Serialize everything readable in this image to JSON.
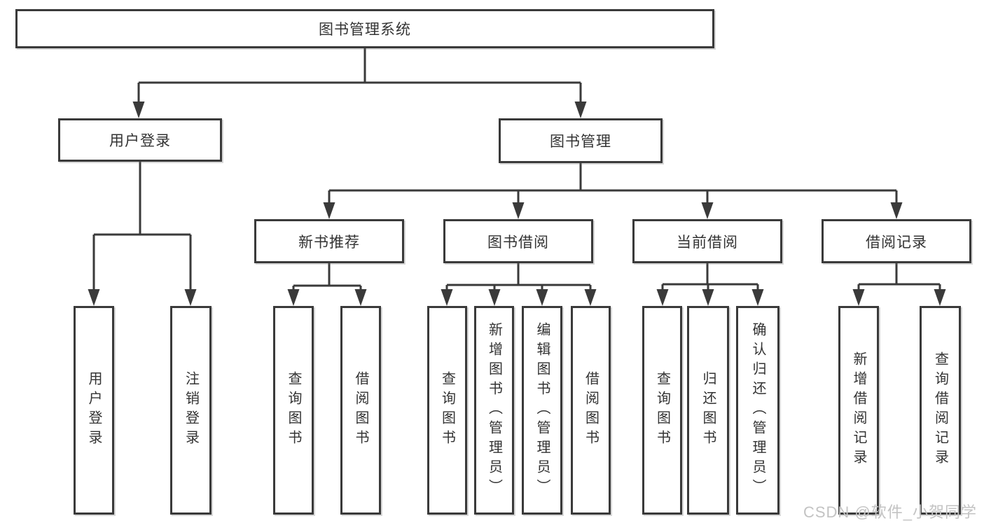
{
  "diagram": {
    "root": "图书管理系统",
    "level2": [
      "用户登录",
      "图书管理"
    ],
    "level3": [
      "新书推荐",
      "图书借阅",
      "当前借阅",
      "借阅记录"
    ],
    "leaf_groups": [
      [
        "用户登录",
        "注销登录"
      ],
      [
        "查询图书",
        "借阅图书"
      ],
      [
        "查询图书",
        "新增图书（管理员）",
        "编辑图书（管理员）",
        "借阅图书"
      ],
      [
        "查询图书",
        "归还图书",
        "确认归还（管理员）"
      ],
      [
        "新增借阅记录",
        "查询借阅记录"
      ]
    ]
  },
  "watermark": "CSDN @软件_小贺同学",
  "colors": {
    "line": "#3a3a3a",
    "border": "#3a3a3a",
    "text": "#333333",
    "background": "#ffffff",
    "watermark": "#c3c3c3"
  }
}
